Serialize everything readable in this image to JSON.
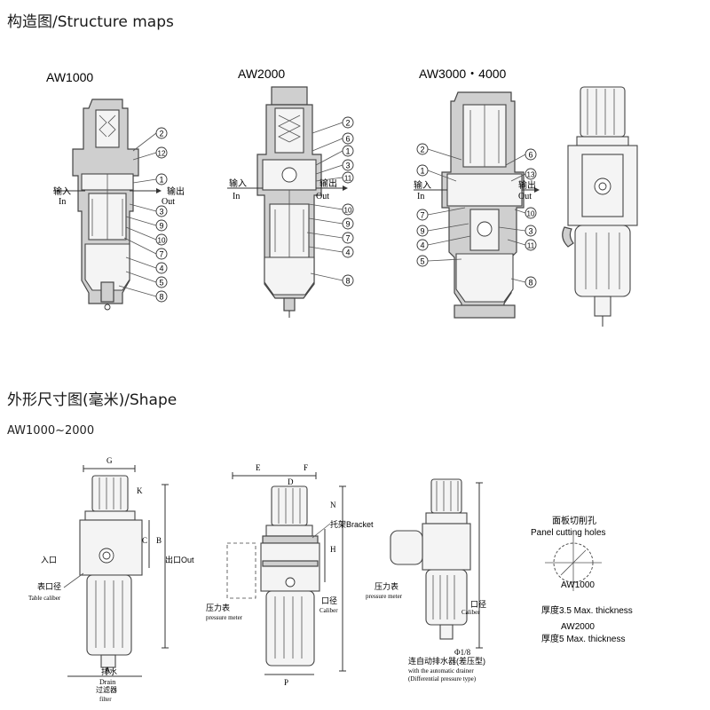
{
  "headings": {
    "structure": "构造图/Structure maps",
    "shape": "外形尺寸图(毫米)/Shape",
    "series": "AW1000~2000"
  },
  "models": {
    "aw1000": "AW1000",
    "aw2000": "AW2000",
    "aw3000": "AW3000・4000"
  },
  "ports": {
    "in_cn": "输入",
    "in_en": "In",
    "out_cn": "输出",
    "out_en": "Out"
  },
  "callouts": {
    "aw1000": [
      "2",
      "12",
      "1",
      "3",
      "9",
      "10",
      "7",
      "4",
      "5",
      "8"
    ],
    "aw2000_right": [
      "2",
      "6",
      "1",
      "3",
      "11",
      "10",
      "9",
      "7",
      "4",
      "8"
    ],
    "aw3000_left": [
      "2",
      "1",
      "7",
      "9",
      "4",
      "5"
    ],
    "aw3000_right": [
      "6",
      "13",
      "10",
      "3",
      "11",
      "8"
    ]
  },
  "dims": {
    "g": "G",
    "k": "K",
    "b": "B",
    "c": "C",
    "a": "A",
    "e": "E",
    "f": "F",
    "d": "D",
    "n": "N",
    "h": "H",
    "p": "P",
    "phi": "Φ1/8"
  },
  "labels": {
    "inlet": "入口",
    "outlet": "出口Out",
    "gauge_cn": "表口径",
    "gauge_en": "Table caliber",
    "drain_cn": "排水",
    "drain_en": "Drain",
    "filter_cn": "过滤器",
    "filter_en": "filter",
    "bracket": "托架Bracket",
    "pm_cn": "压力表",
    "pm_en": "pressure meter",
    "caliber_cn": "口径",
    "caliber_en": "Caliber",
    "auto_cn": "连自动排水器(差压型)",
    "auto_en1": "with the automatic drainer",
    "auto_en2": "(Differential pressure type)"
  },
  "panel": {
    "title_cn": "面板切削孔",
    "title_en": "Panel cutting holes",
    "aw1000_model": "AW1000",
    "aw1000_thick": "厚度3.5 Max. thickness",
    "aw2000_model": "AW2000",
    "aw2000_thick": "厚度5 Max. thickness"
  }
}
